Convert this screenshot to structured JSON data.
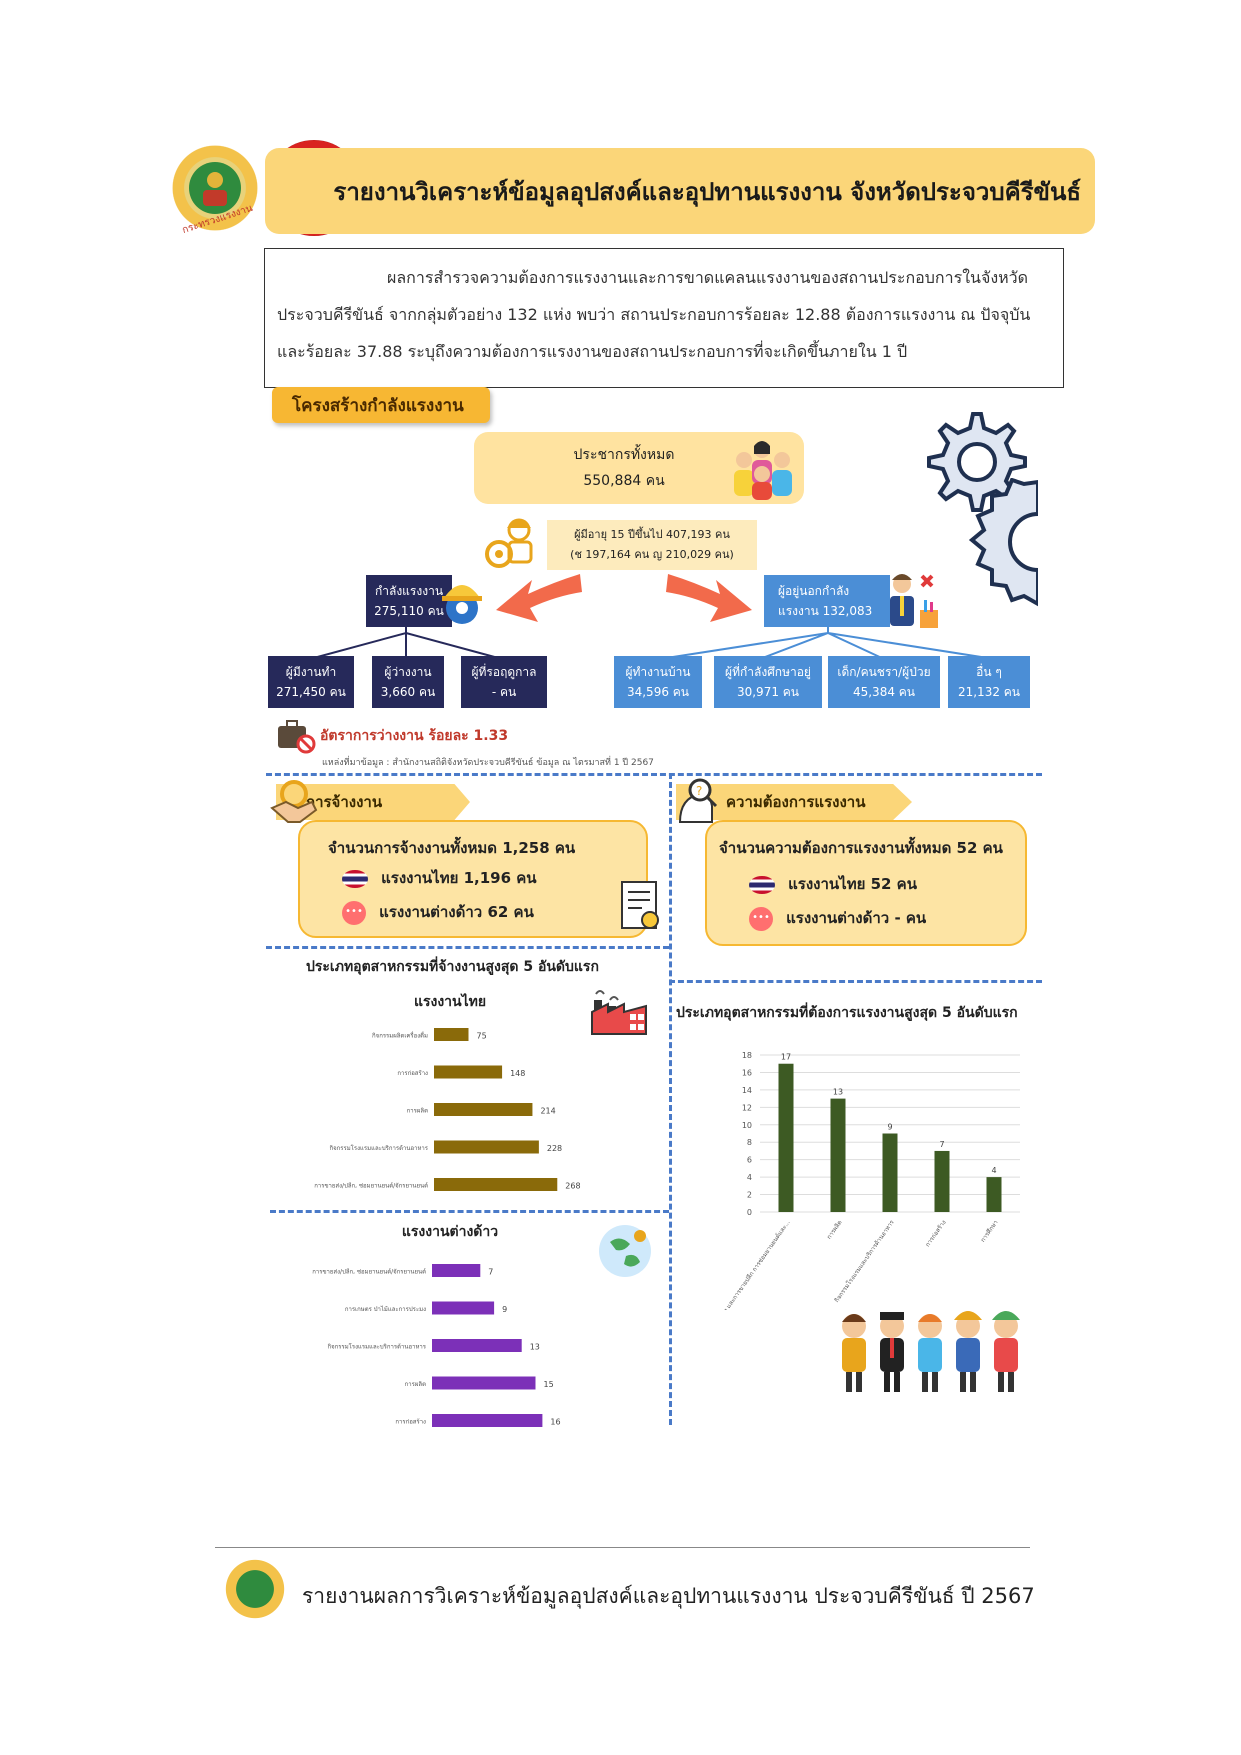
{
  "header": {
    "title": "รายงานวิเคราะห์ข้อมูลอุปสงค์และอุปทานแรงงาน จังหวัดประจวบคีรีขันธ์",
    "logo_left_text": "กระทรวงแรงงาน"
  },
  "intro": {
    "lines": [
      "ผลการสำรวจความต้องการแรงงานและการขาดแคลนแรงงานของสถานประกอบการในจังหวัด",
      "ประจวบคีรีขันธ์ จากกลุ่มตัวอย่าง 132 แห่ง พบว่า สถานประกอบการร้อยละ 12.88 ต้องการแรงงาน ณ ปัจจุบัน",
      "และร้อยละ 37.88 ระบุถึงความต้องการแรงงานของสถานประกอบการที่จะเกิดขึ้นภายใน 1 ปี"
    ]
  },
  "structure": {
    "section_title": "โครงสร้างกำลังแรงงาน",
    "population_label": "ประชากรทั้งหมด",
    "population_value": "550,884 คน",
    "age15_line1": "ผู้มีอายุ 15 ปีขึ้นไป 407,193 คน",
    "age15_line2": "(ช 197,164 คน  ญ 210,029 คน)",
    "labor_force_line1": "กำลังแรงงาน",
    "labor_force_line2": "275,110 คน",
    "outside_line1": "ผู้อยู่นอกกำลัง",
    "outside_line2": "แรงงาน 132,083 คน",
    "employed_line1": "ผู้มีงานทำ",
    "employed_line2": "271,450 คน",
    "unemployed_line1": "ผู้ว่างงาน",
    "unemployed_line2": "3,660 คน",
    "seasonal_line1": "ผู้ที่รอฤดูกาล",
    "seasonal_line2": "- คน",
    "housework_line1": "ผู้ทำงานบ้าน",
    "housework_line2": "34,596 คน",
    "students_line1": "ผู้ที่กำลังศึกษาอยู่",
    "students_line2": "30,971 คน",
    "elderly_line1": "เด็ก/คนชรา/ผู้ป่วย",
    "elderly_line2": "45,384 คน",
    "others_line1": "อื่น ๆ",
    "others_line2": "21,132 คน",
    "unemployment_rate": "อัตราการว่างงาน ร้อยละ 1.33",
    "source": "แหล่งที่มาข้อมูล : สำนักงานสถิติจังหวัดประจวบคีรีขันธ์ ข้อมูล ณ ไตรมาสที่ 1 ปี 2567"
  },
  "employment": {
    "ribbon": "การจ้างงาน",
    "total": "จำนวนการจ้างงานทั้งหมด   1,258   คน",
    "thai": "แรงงานไทย   1,196   คน",
    "foreign": "แรงงานต่างด้าว    62   คน"
  },
  "demand": {
    "ribbon": "ความต้องการแรงงาน",
    "total": "จำนวนความต้องการแรงงานทั้งหมด    52   คน",
    "thai": "แรงงานไทย   52   คน",
    "foreign": "แรงงานต่างด้าว   -   คน"
  },
  "icons": {
    "chat_glyph": "•••"
  },
  "top_industries_title": "ประเภทอุตสาหกรรมที่จ้างงานสูงสุด  5 อันดับแรก",
  "demand_industries_title": "ประเภทอุตสาหกรรมที่ต้องการแรงงานสูงสุด  5 อันดับแรก",
  "chart_data": [
    {
      "type": "bar",
      "orientation": "horizontal",
      "title": "แรงงานไทย",
      "categories": [
        "กิจกรรมผลิตเครื่องดื่ม",
        "การก่อสร้าง",
        "การผลิต",
        "กิจกรรมโรงแรมและบริการด้านอาหาร",
        "การขายส่ง/ปลีก, ซ่อมยานยนต์/จักรยานยนต์"
      ],
      "values": [
        75,
        148,
        214,
        228,
        268
      ],
      "value_labels": [
        "75",
        "148",
        "214",
        "228",
        "268"
      ],
      "color": "#8a6a0a",
      "xlim": [
        0,
        300
      ]
    },
    {
      "type": "bar",
      "orientation": "horizontal",
      "title": "แรงงานต่างด้าว",
      "categories": [
        "การขายส่ง/ปลีก, ซ่อมยานยนต์/จักรยานยนต์",
        "การเกษตร ป่าไม้และการประมง",
        "กิจกรรมโรงแรมและบริการด้านอาหาร",
        "การผลิต",
        "การก่อสร้าง"
      ],
      "values": [
        7,
        9,
        13,
        15,
        16
      ],
      "value_labels": [
        "7",
        "9",
        "13",
        "15",
        "16"
      ],
      "color": "#7c30b8",
      "xlim": [
        0,
        20
      ]
    },
    {
      "type": "bar",
      "orientation": "vertical",
      "categories": [
        "การขายส่ง และการขายปลีก การซ่อมยานยนต์และ...",
        "การผลิต",
        "กิจกรรมโรงแรมและบริการด้านอาหาร",
        "การก่อสร้าง",
        "การศึกษา"
      ],
      "values": [
        17,
        13,
        9,
        7,
        4
      ],
      "value_labels": [
        "17",
        "13",
        "9",
        "7",
        "4"
      ],
      "yticks": [
        "0",
        "2",
        "4",
        "6",
        "8",
        "10",
        "12",
        "14",
        "16",
        "18"
      ],
      "ylim": [
        0,
        18
      ],
      "color": "#3d5a23",
      "grid": true
    }
  ],
  "footer": {
    "text": "รายงานผลการวิเคราะห์ข้อมูลอุปสงค์และอุปทานแรงงาน ประจวบคีรีขันธ์ ปี 2567"
  }
}
